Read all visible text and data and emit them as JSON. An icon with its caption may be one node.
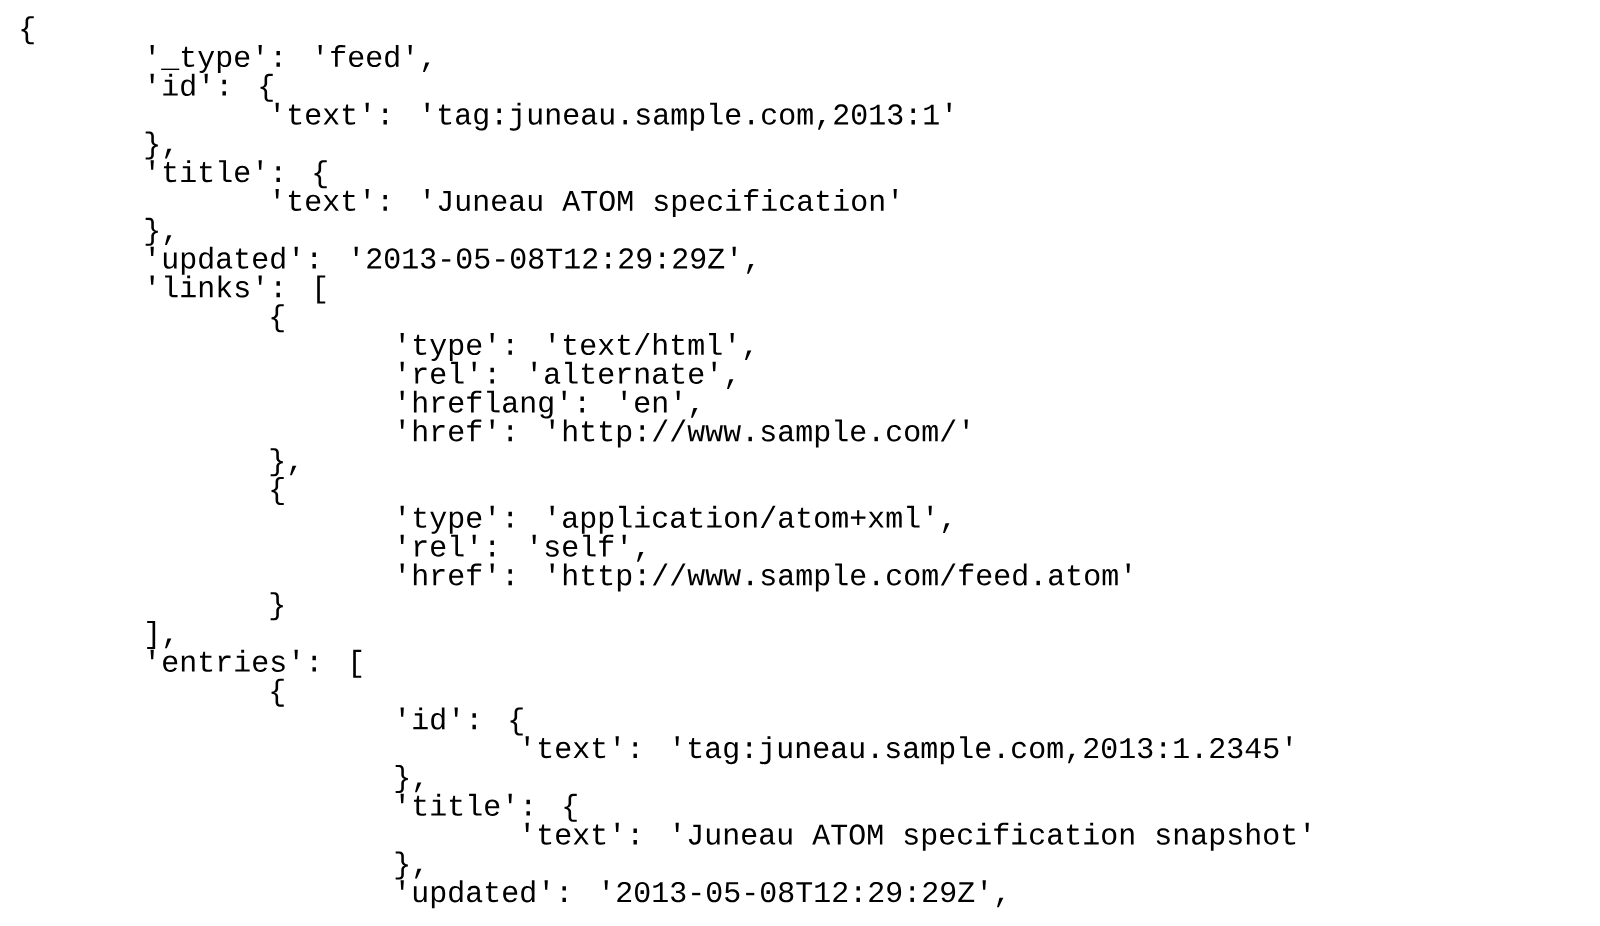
{
  "diagram": {
    "labels": [
      "{",
      "'_type': 'feed',",
      "'id': {",
      "'text': 'tag:juneau.sample.com,2013:1'",
      "},",
      "'title': {",
      "'text': 'Juneau ATOM specification'",
      "},",
      "'updated': '2013-05-08T12:29:29Z',",
      "'links': [",
      "{",
      "'type': 'text/html',",
      "'rel': 'alternate',",
      "'hreflang': 'en',",
      "'href': 'http://www.sample.com/'",
      "},",
      "{",
      "'type': 'application/atom+xml',",
      "'rel': 'self',",
      "'href': 'http://www.sample.com/feed.atom'",
      "}",
      "],",
      "'entries': [",
      "{",
      "'id': {",
      "'text': 'tag:juneau.sample.com,2013:1.2345'",
      "},",
      "'title': {",
      "'text': 'Juneau ATOM specification snapshot'",
      "},",
      "'updated': '2013-05-08T12:29:29Z',"
    ]
  }
}
